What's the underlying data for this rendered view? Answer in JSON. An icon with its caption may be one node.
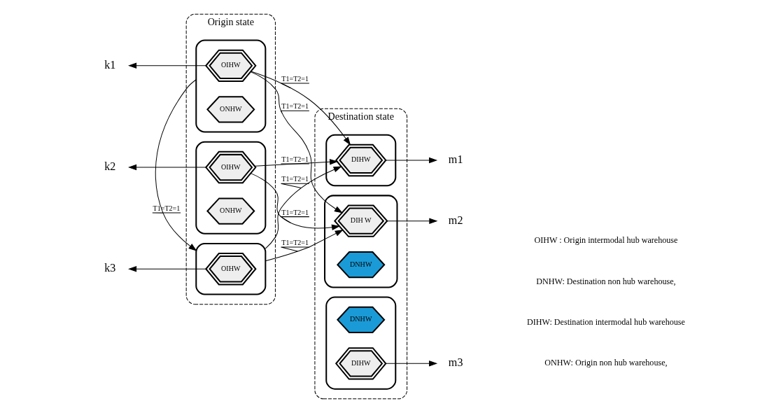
{
  "diagram": {
    "nodes": [
      {
        "text": [
          "Origin state"
        ]
      },
      {
        "text": [],
        "shape": "ellipse",
        "in": 0
      },
      {
        "text": [
          "OIHW"
        ],
        "in": 1
      },
      {
        "text": [
          "ONHW"
        ],
        "in": 1
      },
      {
        "text": [],
        "shape": "ellipse",
        "in": 0
      },
      {
        "text": [
          "OIHW"
        ],
        "in": 4
      },
      {
        "text": [
          "ONHW"
        ],
        "in": 4
      },
      {
        "text": [],
        "shape": "ellipse",
        "in": 0
      },
      {
        "text": [
          "OIHW"
        ],
        "in": 7
      },
      {
        "text": [
          "Destination state"
        ]
      },
      {
        "text": [],
        "shape": "ellipse",
        "in": 9
      },
      {
        "text": [
          "DIHW"
        ],
        "in": 10
      },
      {
        "text": [],
        "shape": "ellipse",
        "in": 9
      },
      {
        "text": [
          "DIH W"
        ],
        "in": 12
      },
      {
        "text": [
          "DNHW"
        ],
        "in": 12
      },
      {
        "text": [],
        "shape": "ellipse",
        "in": 9
      },
      {
        "text": [
          "DNHW"
        ],
        "in": 15
      },
      {
        "text": [
          "DIHW"
        ],
        "in": 15
      },
      {
        "text": [
          "k1"
        ]
      },
      {
        "text": [
          "k2"
        ]
      },
      {
        "text": [
          "k3"
        ]
      },
      {
        "text": [
          "m1"
        ]
      },
      {
        "text": [
          "m2"
        ]
      },
      {
        "text": [
          "m3"
        ]
      }
    ],
    "edges": [
      {
        "from": 2,
        "to": 18,
        "arrow": "to"
      },
      {
        "from": 2,
        "to": 11,
        "arrow": "to",
        "label": "T1=T2=1"
      },
      {
        "from": 2,
        "to": 13,
        "arrow": "to",
        "label": "T1=T2=1"
      },
      {
        "from": 5,
        "to": 19,
        "arrow": "to"
      },
      {
        "from": 1,
        "to": 7,
        "arrow": "to",
        "label": "T1=T2=1"
      },
      {
        "from": 5,
        "to": 11,
        "arrow": "to",
        "label": "T1=T2=1"
      },
      {
        "from": 5,
        "to": 13,
        "arrow": "to",
        "label": "T1=T2=1"
      },
      {
        "from": 8,
        "to": 20,
        "arrow": "to"
      },
      {
        "from": 7,
        "to": 11,
        "arrow": "to",
        "label": "T1=T2=1"
      },
      {
        "from": 7,
        "to": 13,
        "arrow": "to",
        "label": "T1=T2=1"
      },
      {
        "from": 11,
        "to": 21,
        "arrow": "to"
      },
      {
        "from": 13,
        "to": 22,
        "arrow": "to"
      },
      {
        "from": 17,
        "to": 23,
        "arrow": "to"
      }
    ],
    "labels": [
      "ONHW: Origin non hub warehouse,",
      "OIHW : Origin intermodal hub warehouse",
      "DNHW: Destination non hub warehouse,",
      "DIHW: Destination intermodal hub warehouse"
    ]
  }
}
